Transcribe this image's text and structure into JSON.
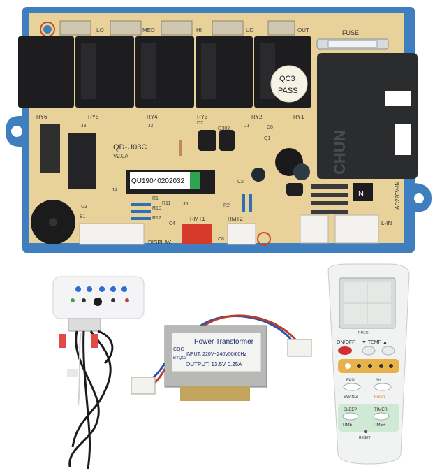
{
  "board": {
    "model": "QD-U03C+",
    "version": "V2.0A",
    "serial": "QU19040202032",
    "qc_line1": "QC3",
    "qc_line2": "PASS",
    "brand": "CHUN",
    "relay_marks": [
      "LO",
      "MED",
      "HI",
      "UD",
      "OUT"
    ],
    "relay_names": [
      "RY6",
      "RY5",
      "RY4",
      "RY3",
      "RY2",
      "RY1"
    ],
    "fuse": "FUSE",
    "display": "DISPLAY",
    "rmt1": "RMT1",
    "rmt2": "RMT2",
    "label_n": "N",
    "label_l_in": "L-IN",
    "label_ac": "AC220V-IN",
    "comp_labels": [
      "J3",
      "J1",
      "J2",
      "J4",
      "J5",
      "D7",
      "Q302",
      "R1",
      "R10",
      "R11",
      "R12",
      "R2",
      "D6",
      "Q1",
      "C2",
      "C4",
      "C8",
      "U3",
      "B1"
    ]
  },
  "transformer": {
    "title": "Power Transformer",
    "input": "INPUT: 220V~240V50/60Hz",
    "output": "OUTPUT: 13.5V 0.25A",
    "logo": "CQC",
    "code": "BYQ03"
  },
  "remote": {
    "timer": "TIMER",
    "on_off": "ON/OFF",
    "temp": "▼ TEMP ▲",
    "fan": "FAN",
    "fan_alt": "3H",
    "swing": "SWING",
    "swing_alt": "Fresh",
    "sleep": "SLEEP",
    "timer_btn": "TIMER",
    "time_minus": "TIME-",
    "time_plus": "TIME+",
    "reset": "RESET"
  },
  "colors": {
    "pcb": "#e8d29a",
    "tray": "#3f7fc0",
    "relay": "#1d1d1f",
    "remote": "#f1f3f3",
    "display_panel": "#f4f4f6"
  }
}
